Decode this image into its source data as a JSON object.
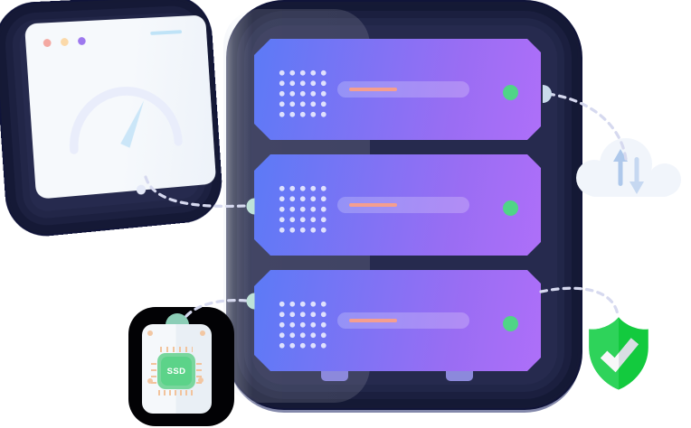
{
  "scene": {
    "title": "hosting-servers-illustration",
    "ssd": {
      "label": "SSD"
    },
    "servers": [
      {
        "id": "server-1",
        "status": "online"
      },
      {
        "id": "server-2",
        "status": "online"
      },
      {
        "id": "server-3",
        "status": "online"
      }
    ],
    "colors": {
      "rack_bg": "#262A4E",
      "server_gradient_start": "#5C7AF6",
      "server_gradient_end": "#AE6FF9",
      "led_green": "#50D487",
      "accent_line": "#F59E8F",
      "dash": "#D6D9EF",
      "shield_green_light": "#2ED35A",
      "shield_green_dark": "#13CA3E",
      "chip_green": "#5CD389",
      "cloud_body": "#F1F5FB",
      "cloud_arrow_up": "#AEC8EB",
      "cloud_arrow_down": "#C6D8F1",
      "browser_dot_red": "#F4A9A2",
      "browser_dot_yellow": "#FBD9A9",
      "browser_dot_purple": "#9D78EE",
      "tab_line_blue": "#BFE3F7",
      "gauge_arc": "#E9EDFB",
      "gauge_needle": "#CBE6F8",
      "connector_mint": "#BEE2D8",
      "connector_blue": "#C9DAEB"
    }
  }
}
